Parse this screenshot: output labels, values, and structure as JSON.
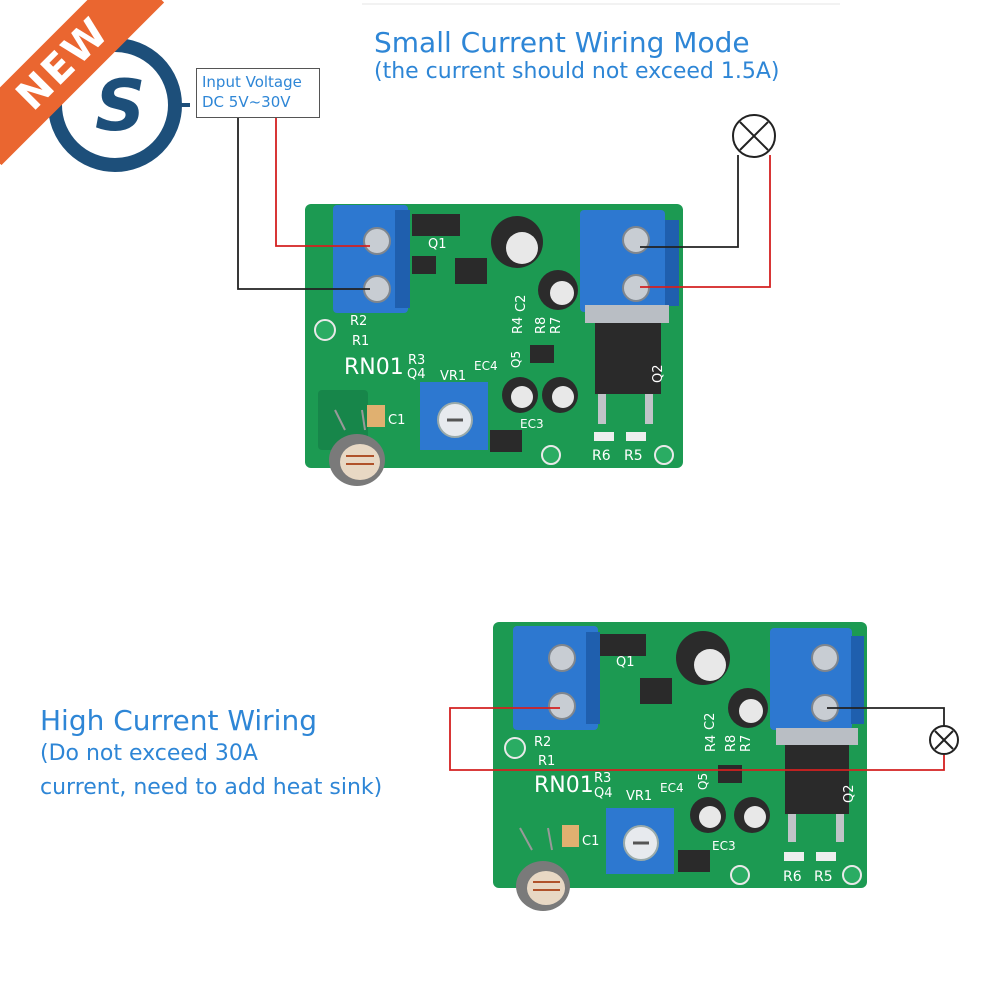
{
  "badge": {
    "text": "NEW"
  },
  "small_mode": {
    "title": "Small Current Wiring Mode",
    "subtitle": "(the current should not exceed 1.5A)"
  },
  "input_box": {
    "line1": "Input Voltage",
    "line2": "DC 5V~30V"
  },
  "high_mode": {
    "title": "High Current Wiring",
    "line1": "(Do not exceed 30A",
    "line2": "current, need to add heat sink)"
  },
  "board_labels": {
    "board": "RN01",
    "q1": "Q1",
    "q2": "Q2",
    "q4": "Q4",
    "q5": "Q5",
    "r1": "R1",
    "r2": "R2",
    "r3": "R3",
    "r4": "R4",
    "r5": "R5",
    "r6": "R6",
    "r7": "R7",
    "r8": "R8",
    "c1": "C1",
    "c2": "C2",
    "vr1": "VR1",
    "ec3": "EC3",
    "ec4": "EC4"
  },
  "colors": {
    "accent_text": "#2e86d6",
    "badge": "#ea6630",
    "pcb": "#1c9a52",
    "terminal": "#2d78d0",
    "wire_red": "#d42020",
    "wire_black": "#222222"
  }
}
